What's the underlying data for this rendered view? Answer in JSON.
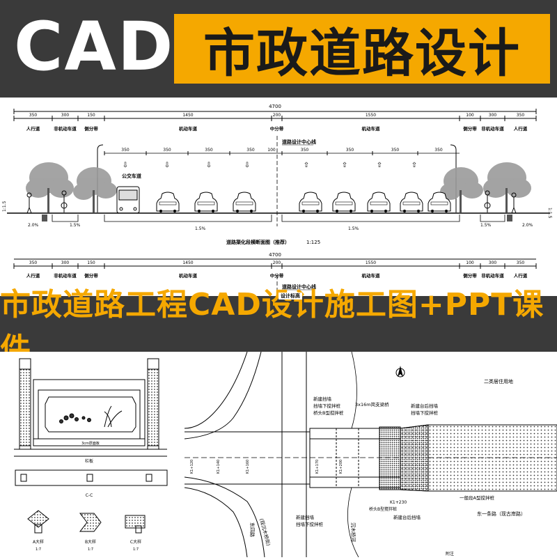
{
  "header": {
    "title_left": "CAD",
    "title_right": "市政道路设计"
  },
  "section_top": {
    "total_width": "4700",
    "dims": [
      "350",
      "300",
      "150",
      "1450",
      "200",
      "1550",
      "100",
      "300",
      "350"
    ],
    "lane_labels": [
      "人行道",
      "非机动车道",
      "侧分带",
      "机动车道",
      "中分带",
      "机动车道",
      "侧分带",
      "非机动车道",
      "人行道"
    ],
    "center_line": "道路设计中心线",
    "bus_lane": "公交车道",
    "lane_dims_left": [
      "350",
      "350",
      "350",
      "350"
    ],
    "lane_dims_right": [
      "350",
      "350",
      "350",
      "350"
    ],
    "center_dim": "100",
    "slopes": [
      "2.0%",
      "1.5%",
      "1.5%",
      "1.5%",
      "1.5%",
      "2.0%"
    ],
    "side_slope": "1:1.5",
    "caption": "道路渠化段横断面图（推荐）",
    "caption_scale": "1:125"
  },
  "section_second": {
    "total_width": "4700",
    "dims": [
      "350",
      "300",
      "150",
      "1450",
      "200",
      "1550",
      "100",
      "300",
      "350"
    ],
    "lane_labels": [
      "人行道",
      "非机动车道",
      "侧分带",
      "机动车道",
      "中分带",
      "机动车道",
      "侧分带",
      "非机动车道",
      "人行道"
    ],
    "center_line": "道路设计中心线",
    "design_elev": "设计标高"
  },
  "banner": {
    "text": "市政道路工程CAD设计施工图+PPT课件"
  },
  "railing": {
    "label": "栏板",
    "section_cc": "C-C",
    "details": [
      "A大样",
      "B大样",
      "C大样"
    ],
    "scale": "1:7"
  },
  "plan": {
    "residential": "二类居住用地",
    "bridge_label": "3x16m简支梁桥",
    "retaining_new": "新建挡墙",
    "retaining_pile": "挡墙下搅拌桩",
    "bridge_pile": "桥头B型搅拌桩",
    "abutment_new": "新建台后挡墙",
    "abutment_pile": "挡墙下搅拌桩",
    "general_pile": "一般段A型搅拌桩",
    "station": "K1+230",
    "road_east_left": "东四路",
    "road_east_left_sub": "(现沉木桥街)",
    "river": "沉木桥河",
    "road_east_one": "东一条路（现古岸路）",
    "stations_left": [
      "K1+120",
      "K1+140",
      "K1+160"
    ],
    "stations_mid": [
      "K1+170",
      "K1+200"
    ],
    "note": "附注"
  }
}
